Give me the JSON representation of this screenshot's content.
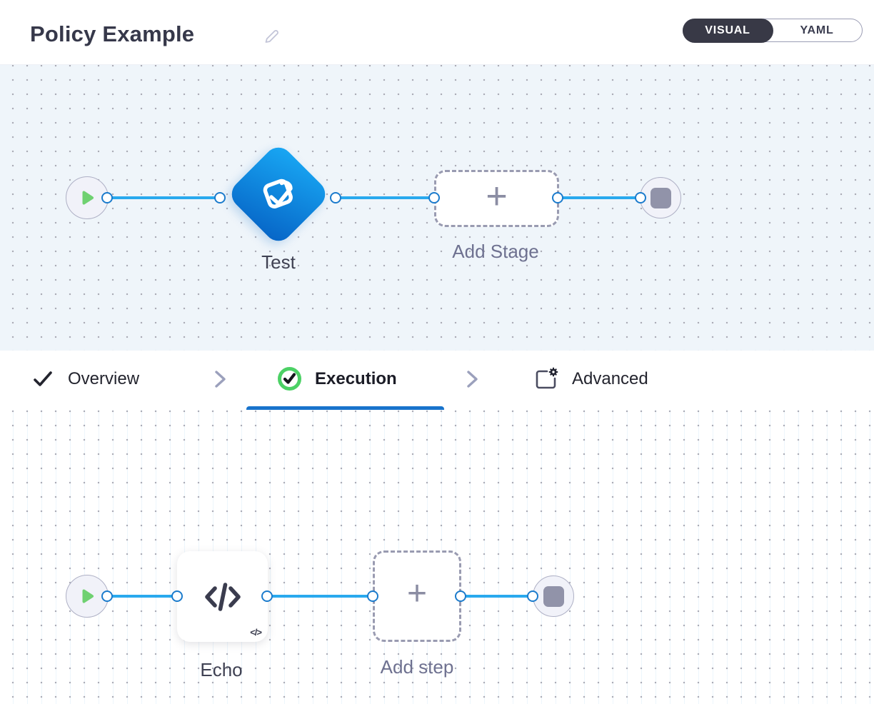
{
  "header": {
    "title": "Policy Example",
    "view_toggle": {
      "options": [
        "VISUAL",
        "YAML"
      ],
      "selected": "VISUAL"
    }
  },
  "pipeline_canvas": {
    "stage_name": "Test",
    "add_stage_label": "Add Stage",
    "plus_glyph": "+"
  },
  "wizard_tabs": {
    "items": [
      {
        "label": "Overview",
        "state": "complete",
        "icon": "check-icon"
      },
      {
        "label": "Execution",
        "state": "active",
        "icon": "check-circle-icon"
      },
      {
        "label": "Advanced",
        "state": "upcoming",
        "icon": "advanced-settings-icon"
      }
    ]
  },
  "execution_canvas": {
    "step_name": "Echo",
    "add_step_label": "Add step",
    "plus_glyph": "+",
    "code_badge_glyph": "</>"
  },
  "colors": {
    "accent_blue": "#1873cc",
    "connector_blue": "#29a9ee",
    "diamond_gradient_start": "#18a5f2",
    "diamond_gradient_end": "#0767c8",
    "success_green": "#4cd165",
    "play_green": "#6fd171",
    "node_gray": "#9193a9",
    "toggle_dark": "#383946",
    "canvas_blue_bg": "#eff5fa"
  }
}
